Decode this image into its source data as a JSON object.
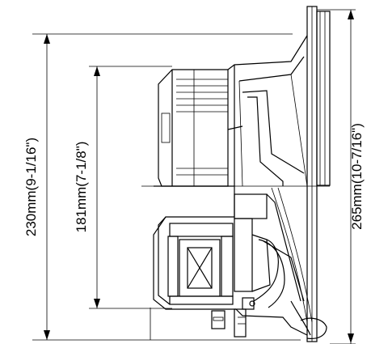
{
  "dimensions": {
    "outer_height": "230mm(9-1/16\")",
    "inner_height": "181mm(7-1/8\")",
    "total_height": "265mm(10-7/16\")"
  },
  "colors": {
    "line": "#000000",
    "background": "#ffffff"
  }
}
